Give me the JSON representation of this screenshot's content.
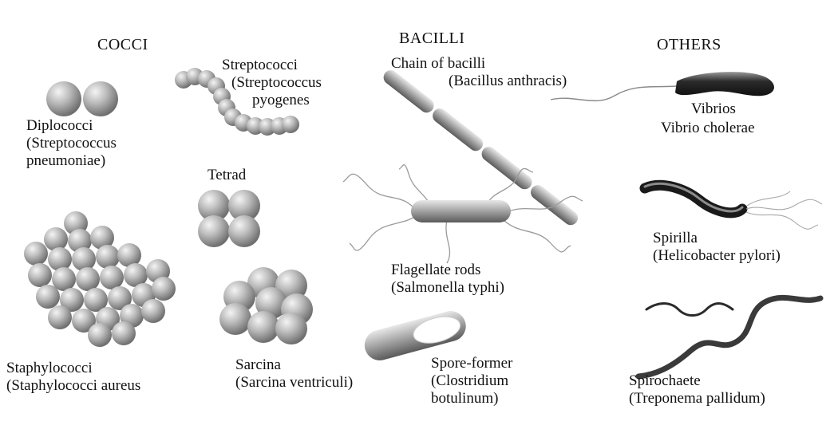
{
  "headings": {
    "cocci": "COCCI",
    "bacilli": "BACILLI",
    "others": "OTHERS"
  },
  "organisms": {
    "diplococci": {
      "name": "Diplococci",
      "example_line1": "(Streptococcus",
      "example_line2": "pneumoniae)"
    },
    "streptococci": {
      "name": "Streptococci",
      "example_line1": "(Streptococcus",
      "example_line2": "pyogenes"
    },
    "tetrad": {
      "name": "Tetrad"
    },
    "staphylococci": {
      "name": "Staphylococci",
      "example": "(Staphylococci aureus"
    },
    "sarcina": {
      "name": "Sarcina",
      "example": "(Sarcina ventriculi)"
    },
    "chain_bacilli": {
      "name": "Chain of bacilli",
      "example": "(Bacillus anthracis)"
    },
    "flagellate_rods": {
      "name": "Flagellate rods",
      "example": "(Salmonella typhi)"
    },
    "spore_former": {
      "name": "Spore-former",
      "example_line1": "(Clostridium",
      "example_line2": "botulinum)"
    },
    "vibrios": {
      "name": "Vibrios",
      "example": "Vibrio cholerae"
    },
    "spirilla": {
      "name": "Spirilla",
      "example": "(Helicobacter pylori)"
    },
    "spirochaete": {
      "name": "Spirochaete",
      "example": "(Treponema pallidum)"
    }
  }
}
